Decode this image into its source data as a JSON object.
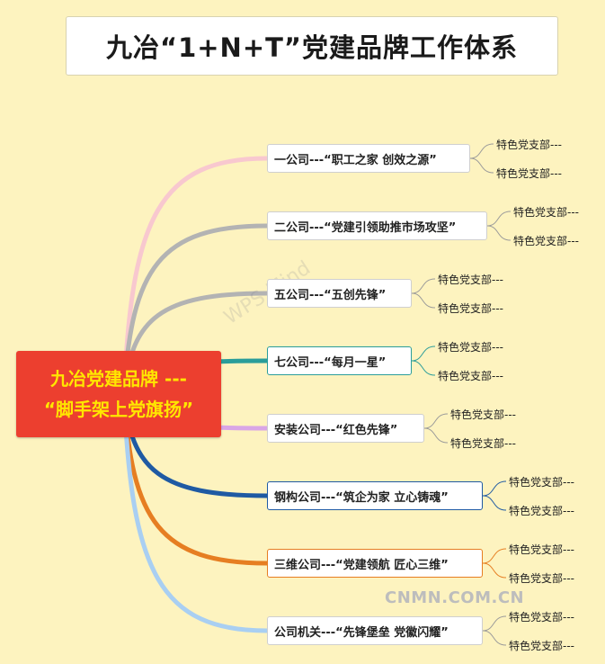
{
  "title": "九冶“1+N+T”党建品牌工作体系",
  "root": {
    "line1": "九冶党建品牌 ---",
    "line2": "“脚手架上党旗扬”"
  },
  "leaf_label": "特色党支部---",
  "branches": [
    {
      "label": "一公司---“职工之家  创效之源”",
      "color": "#f8c8cf",
      "leaves": [
        "特色党支部---",
        "特色党支部---"
      ]
    },
    {
      "label": "二公司---“党建引领助推市场攻坚”",
      "color": "#b3b3b3",
      "leaves": [
        "特色党支部---",
        "特色党支部---"
      ]
    },
    {
      "label": "五公司---“五创先锋”",
      "color": "#b3b3b3",
      "leaves": [
        "特色党支部---",
        "特色党支部---"
      ]
    },
    {
      "label": "七公司---“每月一星”",
      "color": "#2a9d9a",
      "leaves": [
        "特色党支部---",
        "特色党支部---"
      ]
    },
    {
      "label": "安装公司---“红色先锋”",
      "color": "#d9a6e6",
      "leaves": [
        "特色党支部---",
        "特色党支部---"
      ]
    },
    {
      "label": "钢构公司---“筑企为家  立心铸魂”",
      "color": "#1f5aa3",
      "leaves": [
        "特色党支部---",
        "特色党支部---"
      ]
    },
    {
      "label": "三维公司---“党建领航  匠心三维”",
      "color": "#e67e22",
      "leaves": [
        "特色党支部---",
        "特色党支部---"
      ]
    },
    {
      "label": "公司机关---“先锋堡垒  党徽闪耀”",
      "color": "#a9cff2",
      "leaves": [
        "特色党支部---",
        "特色党支部---"
      ]
    }
  ],
  "watermark": "WPS Mind",
  "site": "CNMN.COM.CN",
  "colors": {
    "background": "#fdf3bf",
    "root": "#ec3f2f",
    "root_text": "#ffe600"
  }
}
